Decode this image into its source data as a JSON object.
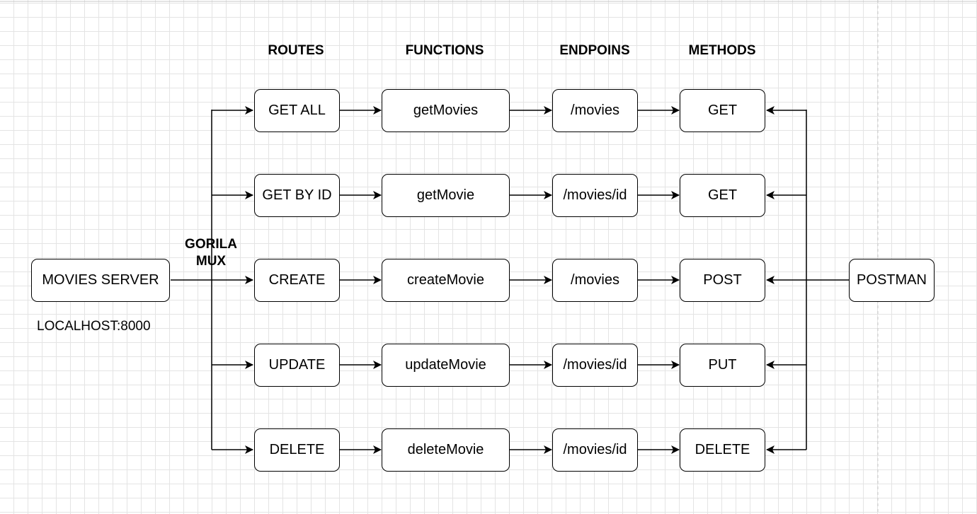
{
  "headers": {
    "routes": "ROUTES",
    "functions": "FUNCTIONS",
    "endpoints": "ENDPOINS",
    "methods": "METHODS"
  },
  "server": {
    "label": "MOVIES SERVER",
    "host": "LOCALHOST:8000"
  },
  "router": {
    "line1": "GORILA",
    "line2": "MUX"
  },
  "client": {
    "label": "POSTMAN"
  },
  "rows": [
    {
      "route": "GET ALL",
      "function": "getMovies",
      "endpoint": "/movies",
      "method": "GET"
    },
    {
      "route": "GET BY ID",
      "function": "getMovie",
      "endpoint": "/movies/id",
      "method": "GET"
    },
    {
      "route": "CREATE",
      "function": "createMovie",
      "endpoint": "/movies",
      "method": "POST"
    },
    {
      "route": "UPDATE",
      "function": "updateMovie",
      "endpoint": "/movies/id",
      "method": "PUT"
    },
    {
      "route": "DELETE",
      "function": "deleteMovie",
      "endpoint": "/movies/id",
      "method": "DELETE"
    }
  ]
}
